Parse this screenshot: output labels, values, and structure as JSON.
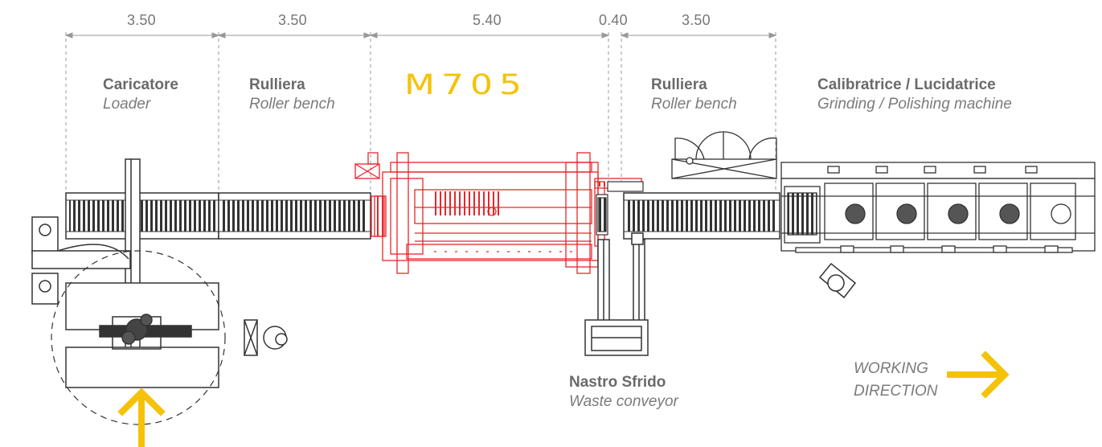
{
  "dimensions": [
    "3.50",
    "3.50",
    "5.40",
    "0.40",
    "3.50"
  ],
  "stations": [
    {
      "title": "Caricatore",
      "subtitle": "Loader"
    },
    {
      "title": "Rulliera",
      "subtitle": "Roller bench"
    },
    {
      "title": "Rulliera",
      "subtitle": "Roller bench"
    },
    {
      "title": "Calibratrice / Lucidatrice",
      "subtitle": "Grinding / Polishing machine"
    }
  ],
  "machine_label": "M705",
  "waste_conveyor": {
    "title": "Nastro Sfrido",
    "subtitle": "Waste conveyor"
  },
  "working_direction": {
    "line1": "WORKING",
    "line2": "DIRECTION"
  },
  "colors": {
    "accent": "#f5c20a",
    "machine": "#e8262a",
    "drawing": "#3a3a3a",
    "guide": "#9a9a9a"
  }
}
